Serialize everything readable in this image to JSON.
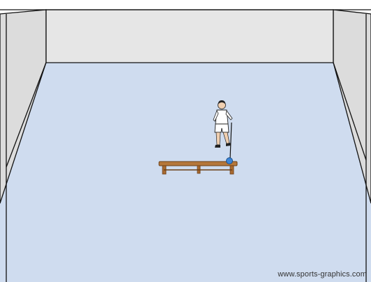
{
  "scene": {
    "floor_color": "#cfdcef",
    "wall_color": "#e6e6e6",
    "line_color": "#111111",
    "bench_color": "#b5773a",
    "ball_color": "#3d85d6",
    "player_shirt_color": "#ffffff",
    "player_hair_color": "#222222",
    "objects": [
      "court-walls",
      "floor",
      "bench",
      "player",
      "ball",
      "skipping-rope"
    ]
  },
  "watermark": {
    "text": "www.sports-graphics.com"
  }
}
